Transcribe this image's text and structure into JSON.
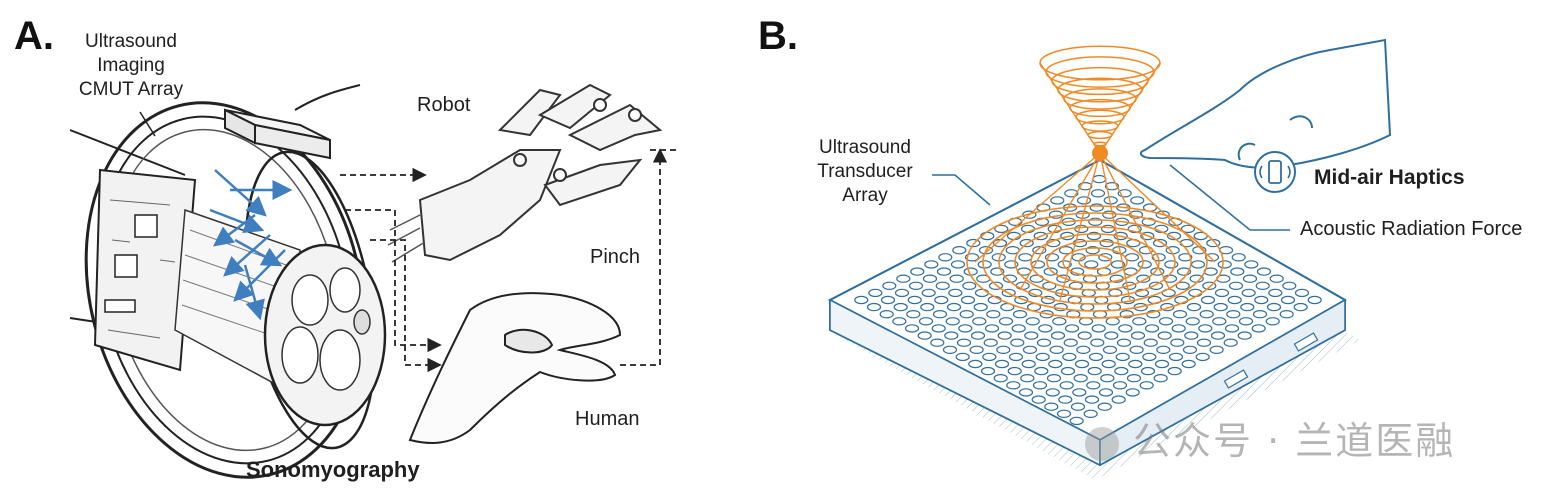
{
  "panel_a": {
    "letter": "A.",
    "array_label": [
      "Ultrasound",
      "Imaging",
      "CMUT Array"
    ],
    "robot_label": "Robot",
    "pinch_label": "Pinch",
    "human_label": "Human",
    "caption": "Sonomyography"
  },
  "panel_b": {
    "letter": "B.",
    "transducer_label": [
      "Ultrasound",
      "Transducer",
      "Array"
    ],
    "haptics_label": "Mid-air Haptics",
    "force_label": "Acoustic Radiation Force"
  },
  "watermark": {
    "text": "公众号 · 兰道医融"
  },
  "colors": {
    "ultrasound_orange": "#f08a24",
    "device_blue": "#2f6f9f",
    "beam_blue": "#3f7fbf",
    "ink": "#222222"
  }
}
